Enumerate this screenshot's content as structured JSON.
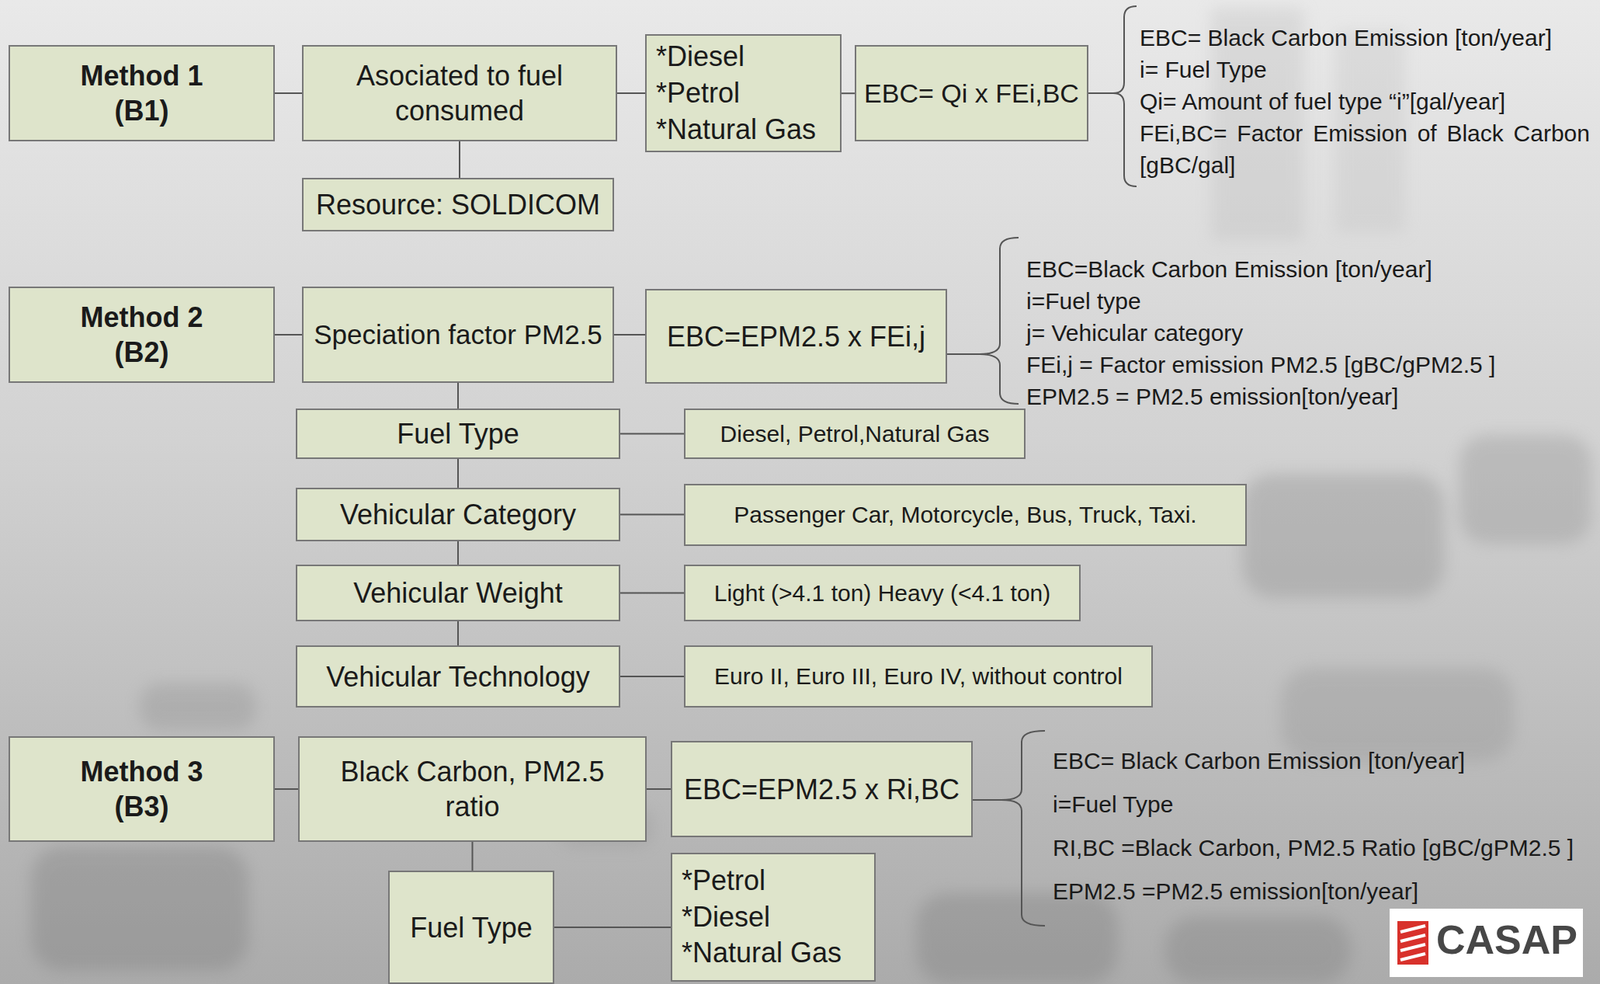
{
  "diagram": {
    "nodes": [
      {
        "text": [
          "Method 1 (B1)"
        ]
      },
      {
        "text": [
          "Asociated to fuel consumed"
        ]
      },
      {
        "text": [
          "*Diesel",
          "*Petrol",
          "*Natural Gas"
        ]
      },
      {
        "text": [
          "EBC= Qi x FEi,BC"
        ]
      },
      {
        "text": [
          "Resource: SOLDICOM"
        ]
      },
      {
        "text": [
          "Method 2 (B2)"
        ]
      },
      {
        "text": [
          "Speciation factor PM2.5"
        ]
      },
      {
        "text": [
          "EBC=EPM2.5 x FEi,j"
        ]
      },
      {
        "text": [
          "Fuel Type"
        ]
      },
      {
        "text": [
          "Diesel, Petrol,Natural Gas"
        ]
      },
      {
        "text": [
          "Vehicular Category"
        ]
      },
      {
        "text": [
          "Passenger Car, Motorcycle, Bus, Truck, Taxi."
        ]
      },
      {
        "text": [
          "Vehicular Weight"
        ]
      },
      {
        "text": [
          "Light (>4.1 ton) Heavy (<4.1 ton)"
        ]
      },
      {
        "text": [
          "Vehicular Technology"
        ]
      },
      {
        "text": [
          "Euro II, Euro III, Euro IV, without control"
        ]
      },
      {
        "text": [
          "Method 3 (B3)"
        ]
      },
      {
        "text": [
          "Black Carbon, PM2.5 ratio"
        ]
      },
      {
        "text": [
          "EBC=EPM2.5 x Ri,BC"
        ]
      },
      {
        "text": [
          "Fuel Type"
        ]
      },
      {
        "text": [
          "*Petrol",
          "*Diesel",
          "*Natural Gas"
        ]
      }
    ],
    "edges": [
      {
        "from": 0,
        "to": 1,
        "arrow": "none"
      },
      {
        "from": 1,
        "to": 2,
        "arrow": "none"
      },
      {
        "from": 2,
        "to": 3,
        "arrow": "none"
      },
      {
        "from": 1,
        "to": 4,
        "arrow": "none"
      },
      {
        "from": 5,
        "to": 6,
        "arrow": "none"
      },
      {
        "from": 6,
        "to": 7,
        "arrow": "none"
      },
      {
        "from": 6,
        "to": 8,
        "arrow": "none"
      },
      {
        "from": 8,
        "to": 9,
        "arrow": "none"
      },
      {
        "from": 8,
        "to": 10,
        "arrow": "none"
      },
      {
        "from": 10,
        "to": 11,
        "arrow": "none"
      },
      {
        "from": 10,
        "to": 12,
        "arrow": "none"
      },
      {
        "from": 12,
        "to": 13,
        "arrow": "none"
      },
      {
        "from": 12,
        "to": 14,
        "arrow": "none"
      },
      {
        "from": 14,
        "to": 15,
        "arrow": "none"
      },
      {
        "from": 16,
        "to": 17,
        "arrow": "none"
      },
      {
        "from": 17,
        "to": 18,
        "arrow": "none"
      },
      {
        "from": 17,
        "to": 19,
        "arrow": "none"
      },
      {
        "from": 19,
        "to": 20,
        "arrow": "none"
      }
    ],
    "labels": [
      "EBC= Black Carbon Emission [ton/year]",
      "i= Fuel Type",
      "Qi= Amount of fuel type “i”[gal/year]",
      "FEi,BC= Factor Emission of Black Carbon [gBC/gal]",
      "EBC=Black Carbon Emission [ton/year]",
      "i=Fuel type",
      "j= Vehicular category",
      "FEi,j = Factor emission PM2.5 [gBC/gPM2.5 ]",
      "EPM2.5 = PM2.5 emission[ton/year]",
      "EBC= Black Carbon Emission [ton/year]",
      "i=Fuel Type",
      "RI,BC =Black Carbon, PM2.5 Ratio [gBC/gPM2.5 ]",
      "EPM2.5 =PM2.5 emission[ton/year]",
      "CASAP"
    ]
  }
}
